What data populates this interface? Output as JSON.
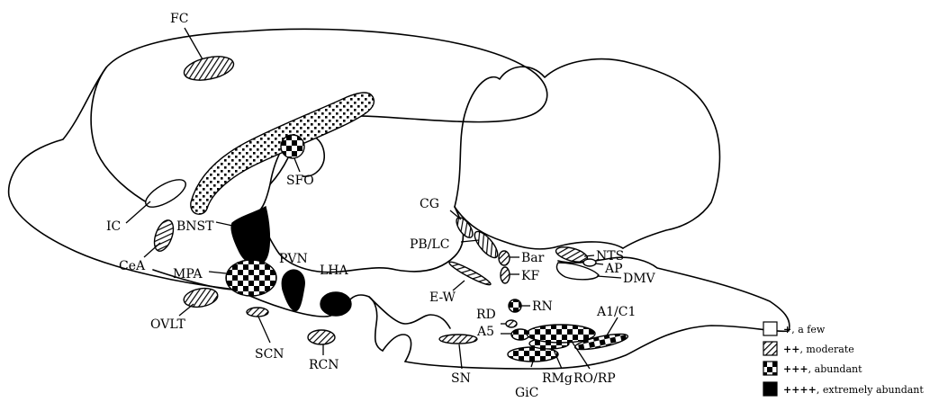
{
  "labels": {
    "fc": "FC",
    "sfo": "SFO",
    "ic": "IC",
    "bnst": "BNST",
    "cea": "CeA",
    "mpa": "MPA",
    "pvn": "PVN",
    "lha": "LHA",
    "ovlt": "OVLT",
    "scn": "SCN",
    "rcn": "RCN",
    "cg": "CG",
    "pblc": "PB/LC",
    "bar": "Bar",
    "kf": "KF",
    "ew": "E-W",
    "nts": "NTS",
    "ap": "AP",
    "dmv": "DMV",
    "rn": "RN",
    "rd": "RD",
    "a5": "A5",
    "a1c1": "A1/C1",
    "sn": "SN",
    "gic": "GiC",
    "rmg": "RMg",
    "rorp": "RO/RP"
  },
  "legend": [
    {
      "symbol": "+",
      "text": ", a few",
      "fill": "white"
    },
    {
      "symbol": "++",
      "text": ", moderate",
      "fill": "hatch"
    },
    {
      "symbol": "+++",
      "text": ", abundant",
      "fill": "checker"
    },
    {
      "symbol": "++++",
      "text": ", extremely abundant",
      "fill": "black"
    }
  ]
}
